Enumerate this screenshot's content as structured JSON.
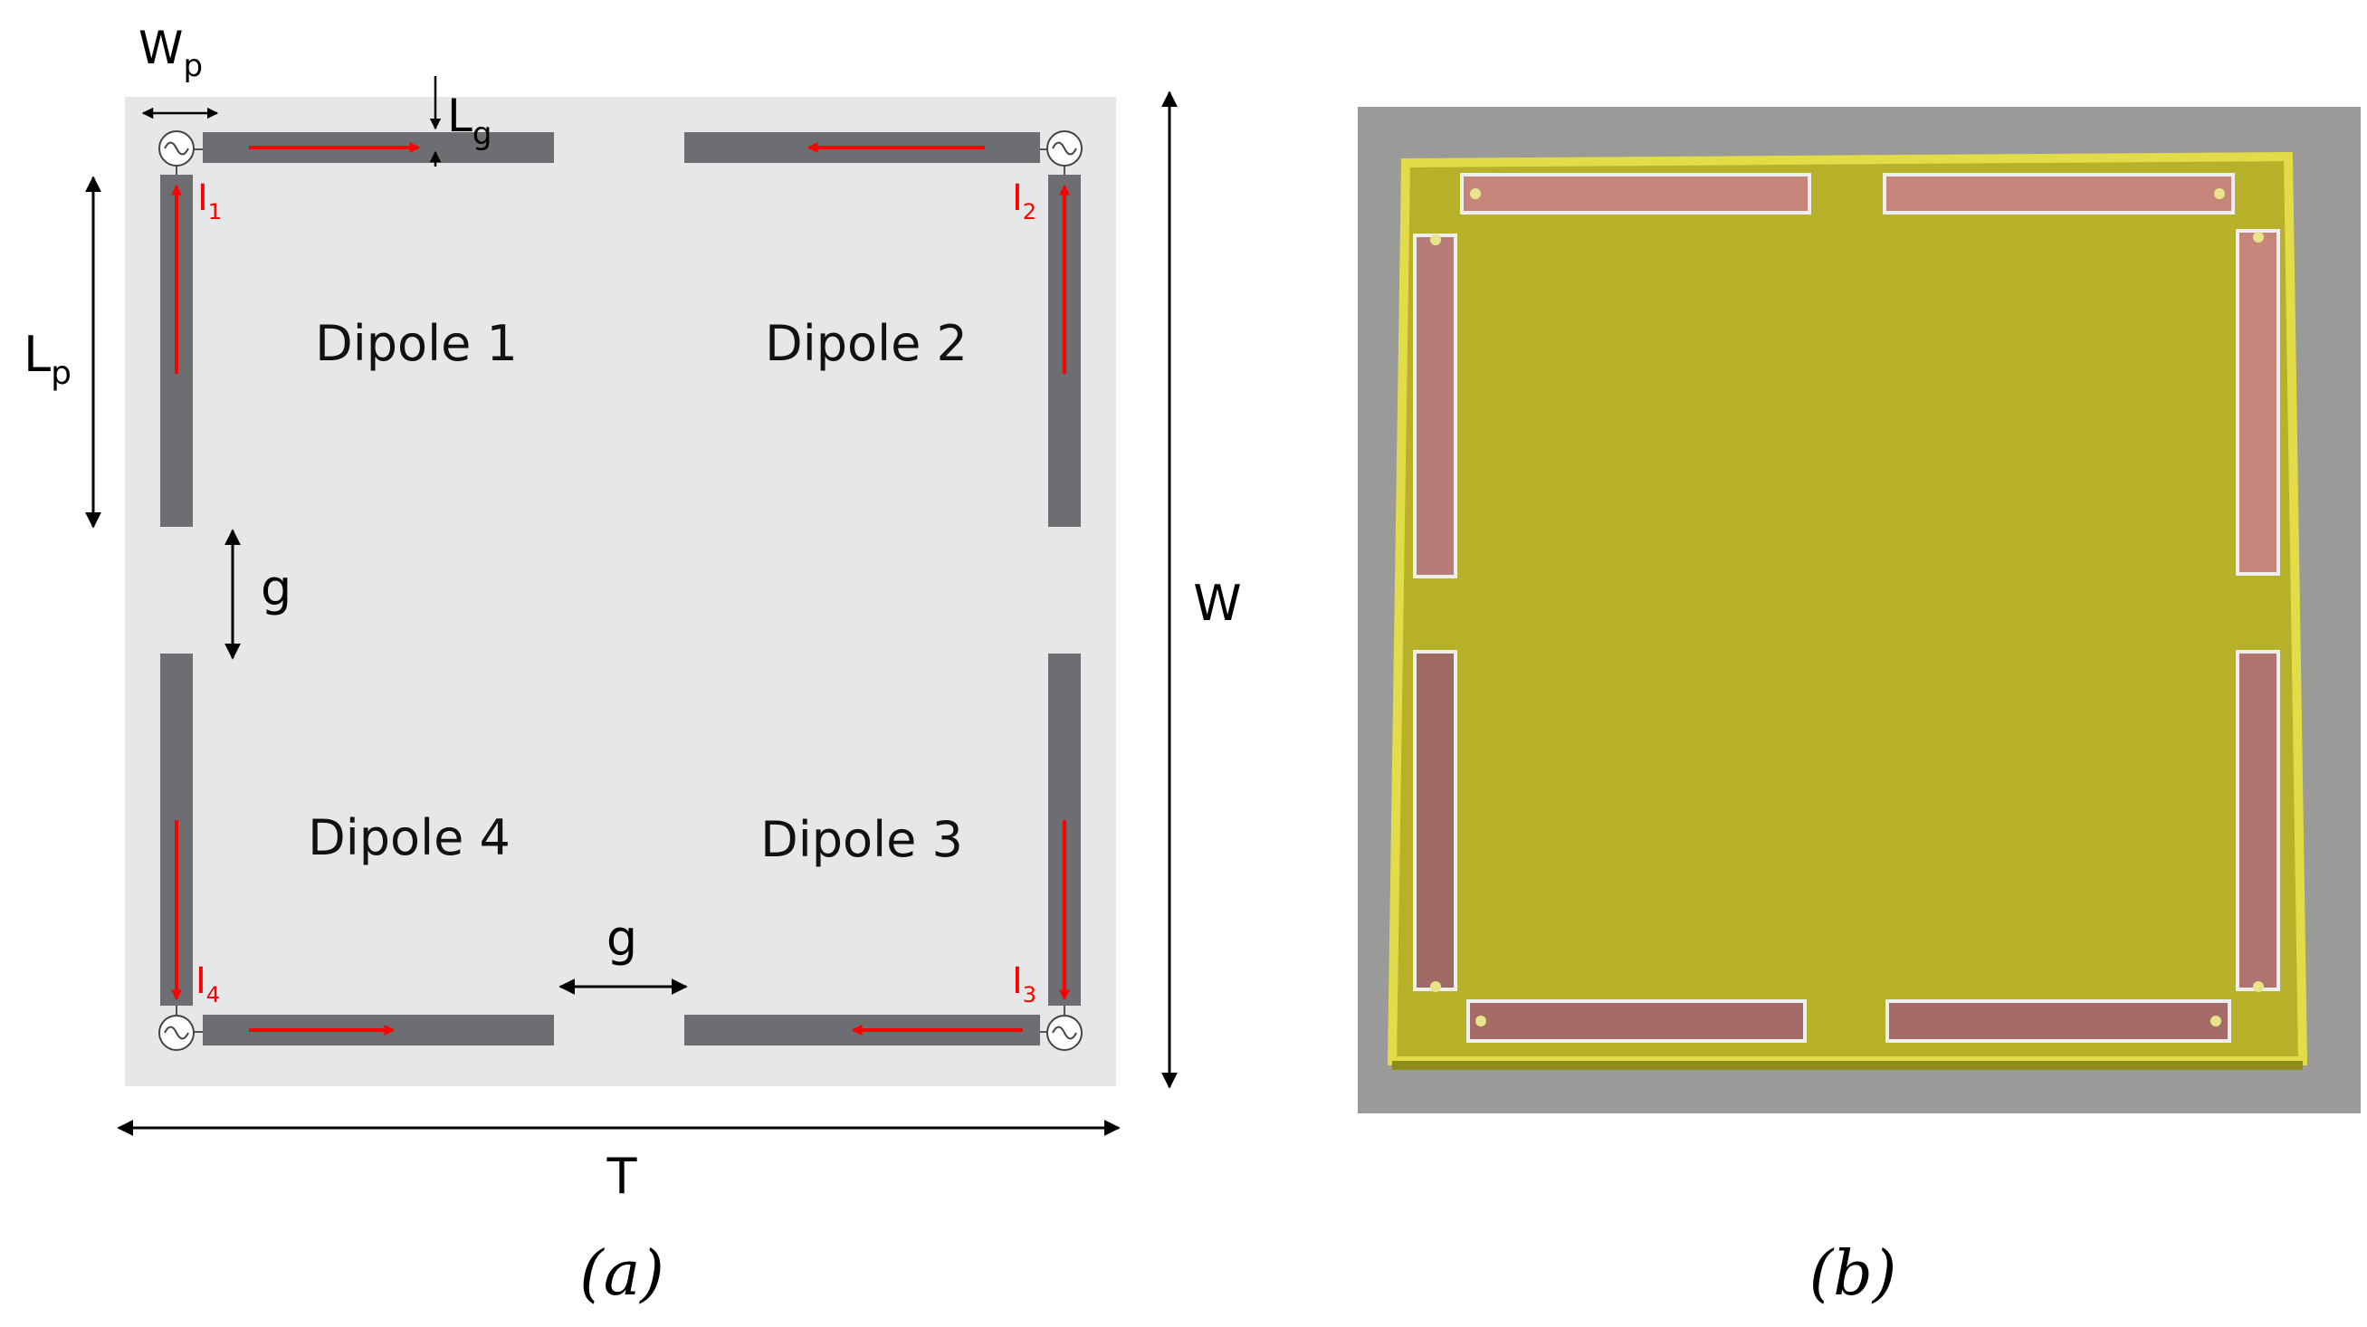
{
  "panel_a": {
    "caption": "(a)",
    "dipoles": [
      "Dipole 1",
      "Dipole 2",
      "Dipole 4",
      "Dipole 3"
    ],
    "currents": [
      {
        "base": "I",
        "sub": "1"
      },
      {
        "base": "I",
        "sub": "2"
      },
      {
        "base": "I",
        "sub": "4"
      },
      {
        "base": "I",
        "sub": "3"
      }
    ],
    "dimensions": {
      "wp": {
        "base": "W",
        "sub": "p"
      },
      "lg": {
        "base": "L",
        "sub": "g"
      },
      "lp": {
        "base": "L",
        "sub": "p"
      },
      "g_vertical": "g",
      "g_horizontal": "g",
      "w": "W",
      "t": "T"
    },
    "colors": {
      "board": "#e6e7e8",
      "strip": "#6d6e71",
      "current_arrow": "#ff0000",
      "current_label": "#ff0000"
    }
  },
  "panel_b": {
    "caption": "(b)",
    "colors": {
      "background": "#9a9a98",
      "substrate": "#b7b12a",
      "copper": "#c5857a",
      "edge": "#e7e04a"
    }
  }
}
